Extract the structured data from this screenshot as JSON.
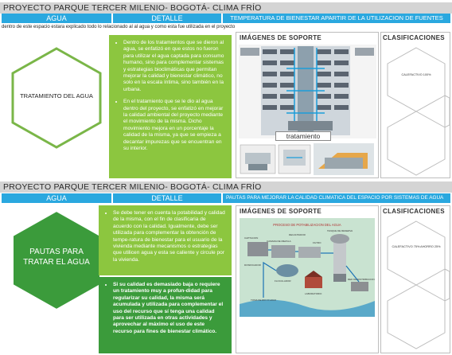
{
  "section1": {
    "title": "PROYECTO PARQUE TERCER MILENIO- BOGOTÁ- CLIMA FRÍO",
    "tabs": [
      "AGUA",
      "DETALLE",
      "TEMPERATURA DE BIENESTAR APARTIR DE LA UTILIZACION DE FUENTES"
    ],
    "note": "dentro de este espacio estara explicado todo lo relacionado al al agua y como esta fue utilizada en el proyecto",
    "hex_label": "TRATAMIENTO DEL AGUA",
    "bullets": [
      "Dentro de los tratamientos que se dieron al agua, se enfatizó en que estos no fueron para utilizar el agua captada para consumo humano, sino para complementar sistemas y estrategias bioclimáticas que permitan mejorar la calidad y bienestar climático, no solo en la escala íntima, sino también en la urbana.",
      "En el tratamiento que se le dio al agua dentro del proyecto, se enfatizó en mejorar la calidad ambiental del proyecto mediante el movimiento de la misma. Dicho movimiento mejora en un porcentaje la calidad de la misma, ya que se empieza a decantar impurezas que se encuentran en su interior."
    ],
    "images_title": "IMÁGENES DE SOPORTE",
    "image_caption": "tratamiento",
    "class_title": "CLASIFICACIONES",
    "class_hex_text": "CALEFACTIVO 100%"
  },
  "section2": {
    "title": "PROYECTO PARQUE TERCER MILENIO- BOGOTÁ- CLIMA FRÍO",
    "tabs": [
      "AGUA",
      "DETALLE",
      "PAUTAS PARA MEJORAR LA CALIDAD CLIMATICA DEL ESPACIO POR SISTEMAS DE  AGUA"
    ],
    "hex_label": "PAUTAS PARA TRATAR EL AGUA",
    "bullets_light": [
      "Se debe tener en cuenta la potabilidad y calidad de la misma, con el fin de clasificaria de acuerdo con la calidad. Igualmente, debe ser utilizada para complementar la obtención de tempe-ratura de bienestar para el usuario de la vivienda mediante mecanismos o estrategias que utilicen agua y esta se caliente y circule por la vivienda."
    ],
    "bullets_dark": [
      "Si su calidad es demasiado baja o requiere un tratamiento muy a profun-didad para regularizar su calidad, la misma será acumulada y utilizada para complementar el uso del recurso que sí tenga una calidad para ser utilizada en otras actividades y aprovechar al máximo el uso de este recurso para fines de bienestar climático."
    ],
    "images_title": "IMÁGENES DE SOPORTE",
    "diagram_title": "PROCESO DE POTABILIZACION DEL AGUA",
    "diagram_labels": [
      "CAPTACION",
      "CAMARA DE MEZCLA",
      "DECANTADOR",
      "FILTRO",
      "TANQUE DE RESERVA",
      "RED DE DISTRIBUCION",
      "FLOCULADOR",
      "DOSIFICADOR",
      "LABORATORIO",
      "TOMA DE RIO O LAGO"
    ],
    "class_title": "CLASIFICACIONES",
    "class_hex_text": "CALEFACTIVO 75% AHORRO 25%"
  },
  "colors": {
    "header_bg": "#d4d4d4",
    "tab_blue": "#2aa8df",
    "green_light": "#8cc63f",
    "green_dark": "#3b9b3b",
    "hex_border": "#7ab648"
  }
}
